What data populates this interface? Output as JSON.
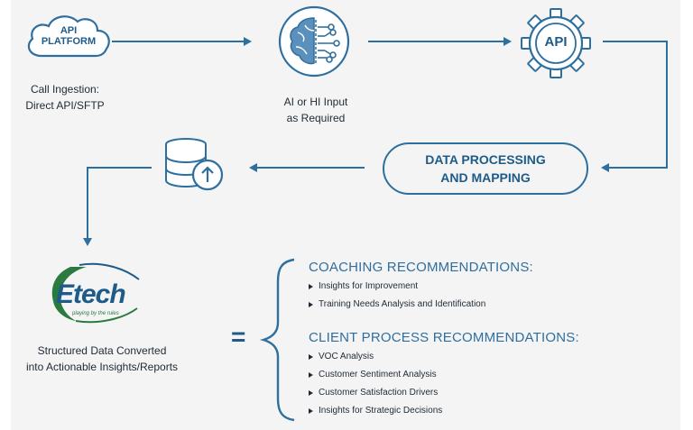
{
  "nodes": {
    "api_platform": {
      "line1": "API",
      "line2": "PLATFORM"
    },
    "ingestion": {
      "line1": "Call Ingestion:",
      "line2": "Direct API/SFTP"
    },
    "ai_input": {
      "line1": "AI or HI Input",
      "line2": "as Required"
    },
    "api_gear": {
      "label": "API"
    },
    "data_processing": {
      "line1": "DATA PROCESSING",
      "line2": "AND MAPPING"
    },
    "logo": {
      "name": "Etech",
      "tagline": "playing by the rules"
    },
    "structured": {
      "line1": "Structured Data Converted",
      "line2": "into Actionable Insights/Reports"
    }
  },
  "equals_sign": "=",
  "recommendations": {
    "coaching": {
      "title": "COACHING RECOMMENDATIONS:",
      "items": [
        "Insights for Improvement",
        "Training Needs Analysis and Identification"
      ]
    },
    "client_process": {
      "title": "CLIENT PROCESS RECOMMENDATIONS:",
      "items": [
        "VOC Analysis",
        "Customer Sentiment Analysis",
        "Customer Satisfaction Drivers",
        "Insights for Strategic Decisions"
      ]
    }
  },
  "colors": {
    "accent": "#2e6f9e",
    "text_dark": "#1e5b88",
    "logo_green": "#2b7a3f",
    "background": "#f4f4f4"
  }
}
